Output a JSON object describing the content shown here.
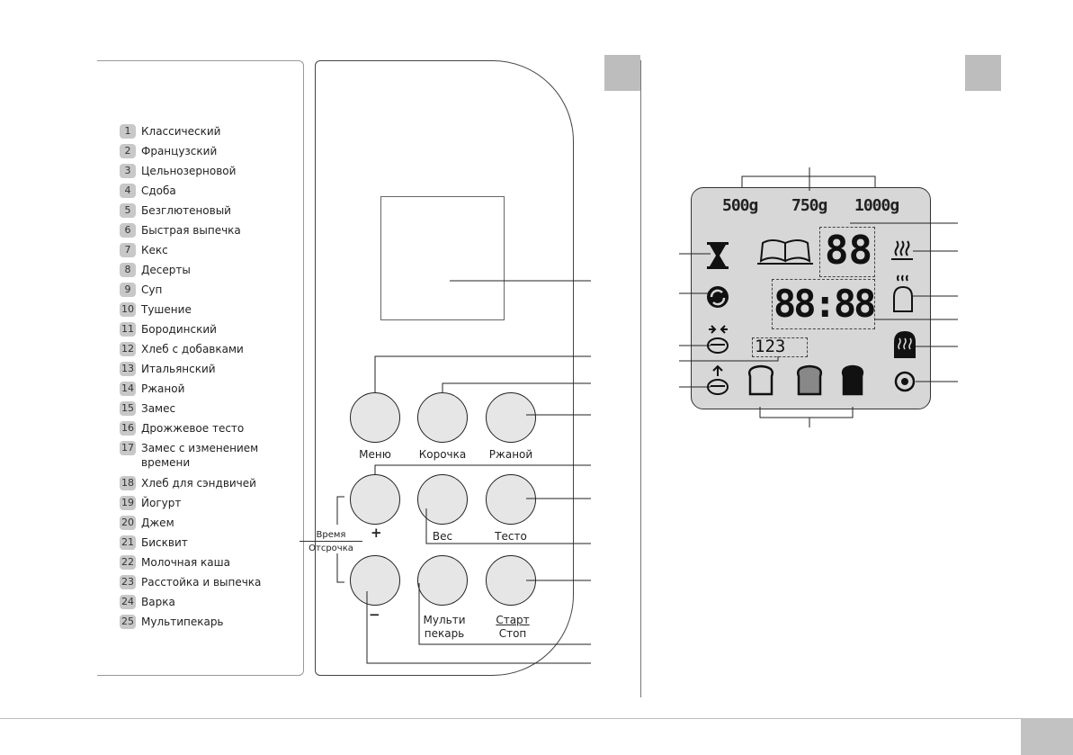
{
  "programs": [
    {
      "num": "1",
      "label": "Классический"
    },
    {
      "num": "2",
      "label": "Французский"
    },
    {
      "num": "3",
      "label": "Цельнозерновой"
    },
    {
      "num": "4",
      "label": "Сдоба"
    },
    {
      "num": "5",
      "label": "Безглютеновый"
    },
    {
      "num": "6",
      "label": "Быстрая выпечка"
    },
    {
      "num": "7",
      "label": "Кекс"
    },
    {
      "num": "8",
      "label": "Десерты"
    },
    {
      "num": "9",
      "label": "Суп"
    },
    {
      "num": "10",
      "label": "Тушение"
    },
    {
      "num": "11",
      "label": "Бородинский"
    },
    {
      "num": "12",
      "label": "Хлеб с добавками"
    },
    {
      "num": "13",
      "label": "Итальянский"
    },
    {
      "num": "14",
      "label": "Ржаной"
    },
    {
      "num": "15",
      "label": "Замес"
    },
    {
      "num": "16",
      "label": "Дрожжевое тесто"
    },
    {
      "num": "17",
      "label": "Замес с изменением времени"
    },
    {
      "num": "18",
      "label": "Хлеб для сэндвичей"
    },
    {
      "num": "19",
      "label": "Йогурт"
    },
    {
      "num": "20",
      "label": "Джем"
    },
    {
      "num": "21",
      "label": "Бисквит"
    },
    {
      "num": "22",
      "label": "Молочная каша"
    },
    {
      "num": "23",
      "label": "Расстойка и выпечка"
    },
    {
      "num": "24",
      "label": "Варка"
    },
    {
      "num": "25",
      "label": "Мультипекарь"
    }
  ],
  "buttons": {
    "menu": "Меню",
    "crust": "Корочка",
    "rye": "Ржаной",
    "weight": "Вес",
    "dough": "Тесто",
    "multi_line1": "Мульти",
    "multi_line2": "пекарь",
    "start": "Старт",
    "stop": "Стоп",
    "time": "Время",
    "delay": "Отсрочка",
    "plus": "+",
    "minus": "−"
  },
  "lcd": {
    "weight_1": "500g",
    "weight_2": "750g",
    "weight_3": "1000g",
    "program_digits": "88",
    "time_digits": "88:88",
    "stage_digits": "123"
  },
  "icons": [
    "hourglass-icon",
    "recipe-book-icon",
    "mixing-icon",
    "knead-icon",
    "rise-icon",
    "keep-warm-icon",
    "bake-icon",
    "toast-icon",
    "light-crust-icon",
    "medium-crust-icon",
    "dark-crust-icon",
    "power-indicator-icon"
  ],
  "colors": {
    "lcd_bg": "#d7d7d7",
    "button_bg": "#e6e6e6",
    "tab": "#bdbdbd"
  }
}
